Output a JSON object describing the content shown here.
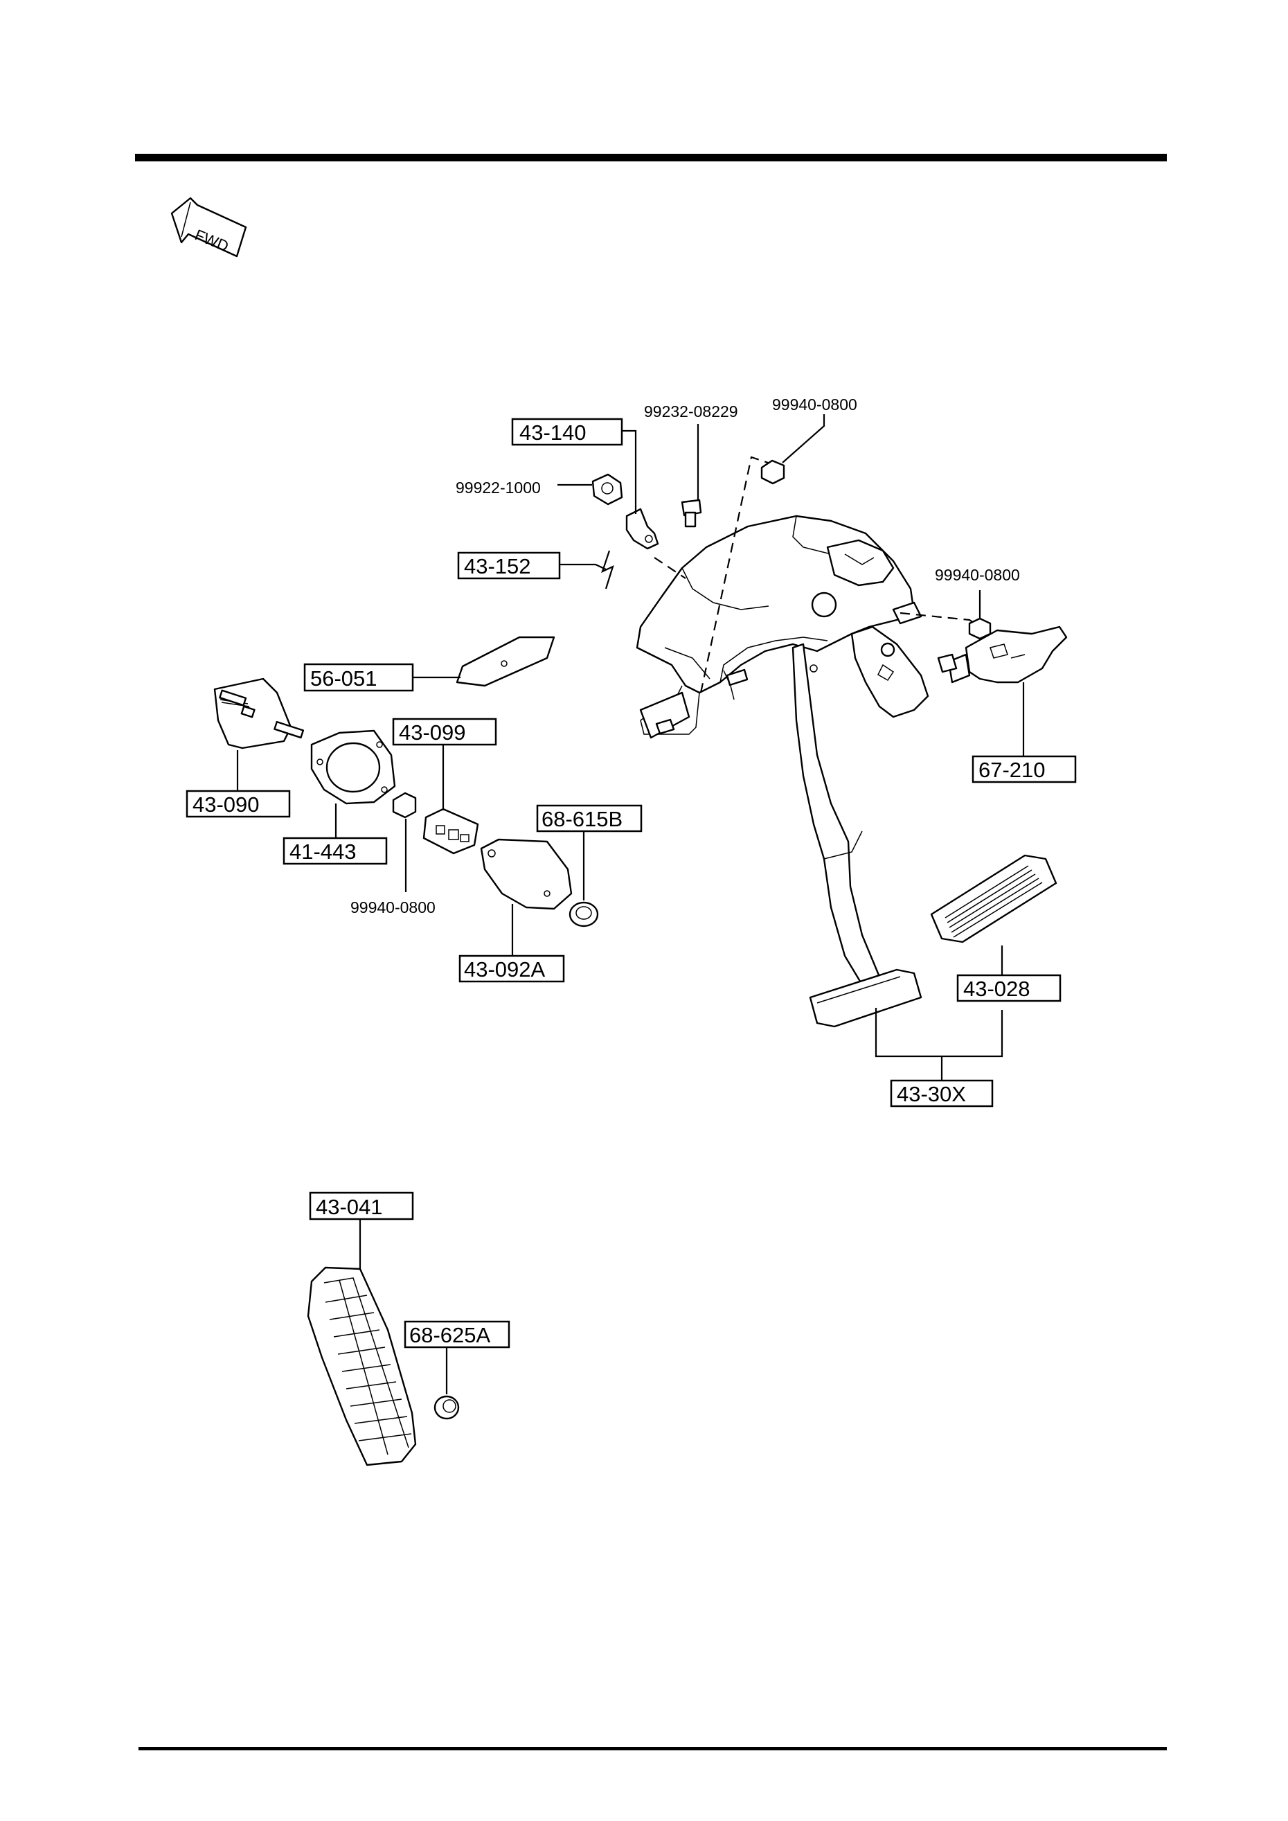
{
  "fwd_indicator": {
    "label": "FWD"
  },
  "part_labels": {
    "p43_140": "43-140",
    "p43_152": "43-152",
    "p56_051": "56-051",
    "p43_099": "43-099",
    "p43_090": "43-090",
    "p41_443": "41-443",
    "p68_615B": "68-615B",
    "p43_092A": "43-092A",
    "p67_210": "67-210",
    "p43_028": "43-028",
    "p43_30X": "43-30X",
    "p43_041": "43-041",
    "p68_625A": "68-625A"
  },
  "hardware_labels": {
    "h99232_08229": "99232-08229",
    "h99940_0800_top": "99940-0800",
    "h99922_1000": "99922-1000",
    "h99940_0800_right": "99940-0800",
    "h99940_0800_left": "99940-0800"
  }
}
